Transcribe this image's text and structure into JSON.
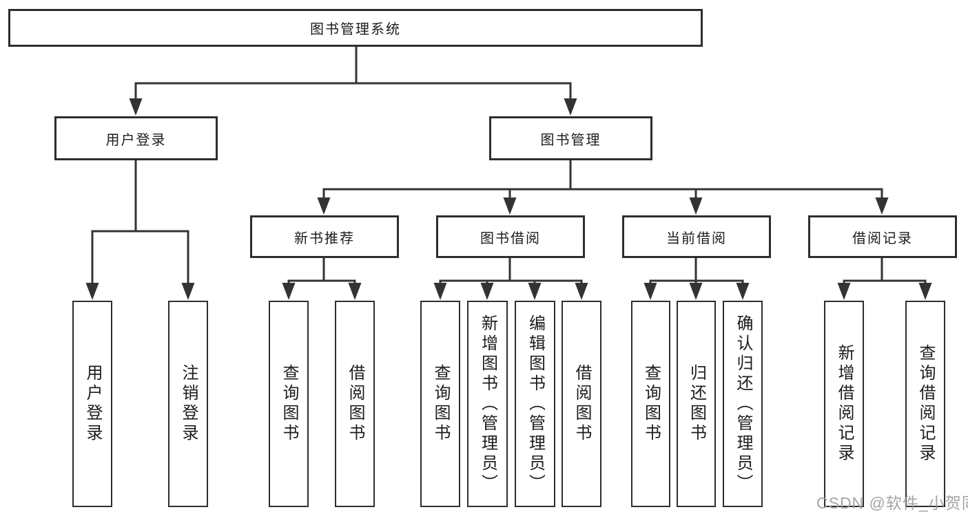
{
  "title": "图书管理系统",
  "tree": {
    "label": "图书管理系统",
    "children": [
      {
        "label": "用户登录",
        "children": [
          {
            "label": "用户登录"
          },
          {
            "label": "注销登录"
          }
        ]
      },
      {
        "label": "图书管理",
        "children": [
          {
            "label": "新书推荐",
            "children": [
              {
                "label": "查询图书"
              },
              {
                "label": "借阅图书"
              }
            ]
          },
          {
            "label": "图书借阅",
            "children": [
              {
                "label": "查询图书"
              },
              {
                "label": "新增图书（管理员）"
              },
              {
                "label": "编辑图书（管理员）"
              },
              {
                "label": "借阅图书"
              }
            ]
          },
          {
            "label": "当前借阅",
            "children": [
              {
                "label": "查询图书"
              },
              {
                "label": "归还图书"
              },
              {
                "label": "确认归还（管理员）"
              }
            ]
          },
          {
            "label": "借阅记录",
            "children": [
              {
                "label": "新增借阅记录"
              },
              {
                "label": "查询借阅记录"
              }
            ]
          }
        ]
      }
    ]
  },
  "watermark": {
    "text": "CSDN @软件_小贺同学"
  },
  "colors": {
    "line": "#333333",
    "box_border": "#2d2d2d",
    "text": "#1c1c1c",
    "watermark": "#9b9b9b",
    "background": "#ffffff"
  }
}
